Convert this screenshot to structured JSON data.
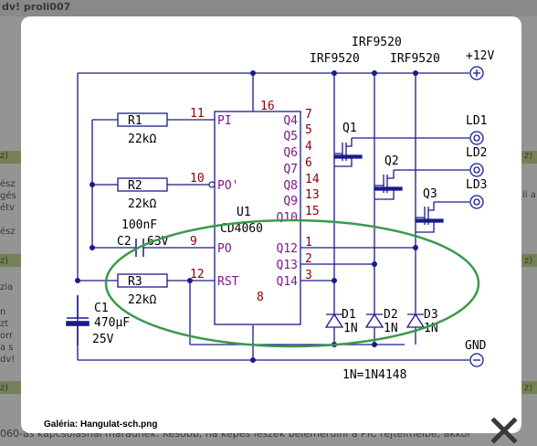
{
  "background": {
    "header_text": "dv! proli007",
    "snippets": [
      {
        "text": "z)"
      },
      {
        "text": "ész"
      },
      {
        "text": "gés"
      },
      {
        "text": "étv"
      },
      {
        "text": "ész"
      },
      {
        "text": "z)"
      },
      {
        "text": "zia"
      },
      {
        "text": "zt"
      },
      {
        "text": "n"
      },
      {
        "text": "orr"
      },
      {
        "text": "a s"
      },
      {
        "text": "dv!"
      },
      {
        "text": "z)"
      }
    ],
    "right_snippets": [
      {
        "text": "z)"
      },
      {
        "text": "il a"
      },
      {
        "text": "z)"
      },
      {
        "text": "z)"
      }
    ],
    "footer_text": "060-as kapcsolásnál maradnék. Később, ha képes leszek belemerülni a PIC rejtelmeibe, akkor"
  },
  "lightbox": {
    "caption_label": "Galéria:",
    "caption_file": "Hangulat-sch.png",
    "close_label": "close"
  },
  "schematic": {
    "chip_name": "U1",
    "chip_part": "CD4060",
    "pins_left": [
      {
        "num": "11",
        "name": "PI"
      },
      {
        "num": "10",
        "name": "PO'"
      },
      {
        "num": "9",
        "name": "PO"
      },
      {
        "num": "12",
        "name": "RST"
      }
    ],
    "pins_right": [
      {
        "num": "7",
        "name": "Q4"
      },
      {
        "num": "5",
        "name": "Q5"
      },
      {
        "num": "4",
        "name": "Q6"
      },
      {
        "num": "6",
        "name": "Q7"
      },
      {
        "num": "14",
        "name": "Q8"
      },
      {
        "num": "13",
        "name": "Q9"
      },
      {
        "num": "15",
        "name": "Q10"
      },
      {
        "num": "1",
        "name": "Q12"
      },
      {
        "num": "2",
        "name": "Q13"
      },
      {
        "num": "3",
        "name": "Q14"
      }
    ],
    "pin_top": "16",
    "pin_bottom": "8",
    "resistors": [
      {
        "name": "R1",
        "value": "22kΩ"
      },
      {
        "name": "R2",
        "value": "22kΩ"
      },
      {
        "name": "R3",
        "value": "22kΩ"
      }
    ],
    "cap_c2": {
      "name": "C2",
      "value": "100nF",
      "voltage": "63V"
    },
    "cap_c1": {
      "name": "C1",
      "value": "470μF",
      "voltage": "25V"
    },
    "transistors": [
      {
        "name": "Q1",
        "part": "IRF9520"
      },
      {
        "name": "Q2",
        "part": "IRF9520"
      },
      {
        "name": "Q3",
        "part": "IRF9520"
      }
    ],
    "diodes": [
      {
        "name": "D1",
        "part": "1N"
      },
      {
        "name": "D2",
        "part": "1N"
      },
      {
        "name": "D3",
        "part": "1N"
      }
    ],
    "diode_note": "1N=1N4148",
    "outputs": [
      "LD1",
      "LD2",
      "LD3"
    ],
    "supply": "+12V",
    "ground": "GND"
  },
  "colors": {
    "wire": "#1a1a8c",
    "label_pin_num": "#8b0000",
    "label_pin_name": "#7a1a8a",
    "ellipse": "#3a9a4a",
    "text": "#000000"
  }
}
